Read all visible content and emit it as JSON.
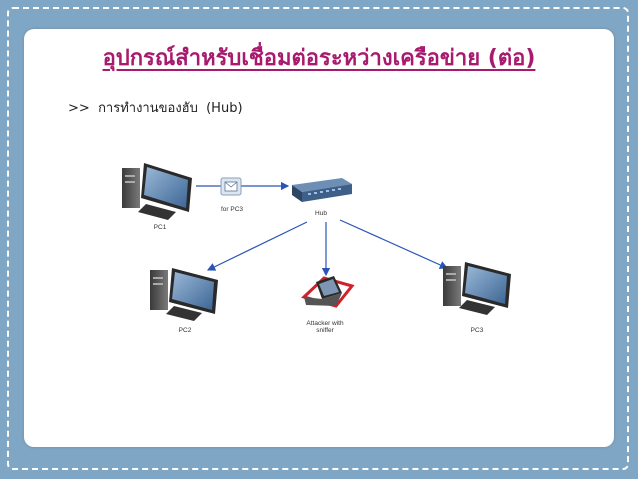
{
  "slide": {
    "title": "อุปกรณ์สำหรับเชื่อมต่อระหว่างเครือข่าย (ต่อ)",
    "subtitle_prefix": ">>",
    "subtitle": "การทำงานของฮับ  (Hub)"
  },
  "diagram": {
    "nodes": {
      "pc1": "PC1",
      "hub": "Hub",
      "pc2": "PC2",
      "attacker_line1": "Attacker with",
      "attacker_line2": "sniffer",
      "pc3": "PC3"
    },
    "message_label": "for PC3"
  },
  "colors": {
    "background": "#7fa6c4",
    "title": "#a81a6e",
    "arrow": "#2a55b8",
    "attacker_highlight": "#d0202a"
  }
}
